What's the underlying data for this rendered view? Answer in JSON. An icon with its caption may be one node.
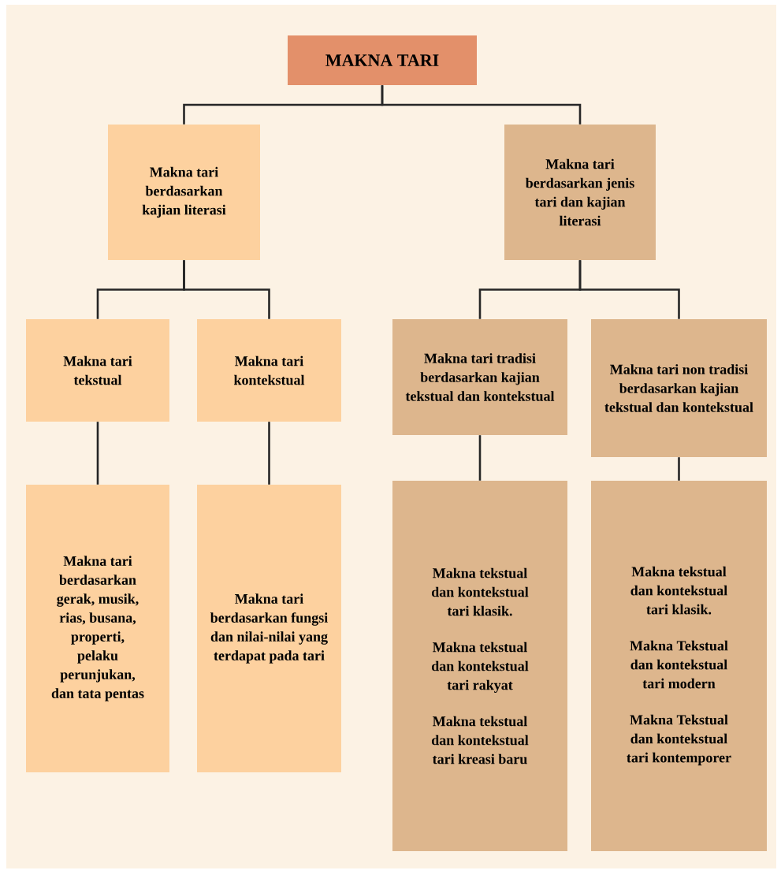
{
  "diagram": {
    "nodes": [
      {
        "text": [
          "MAKNA TARI"
        ]
      },
      {
        "text": [
          "Makna tari berdasarkan kajian literasi"
        ]
      },
      {
        "text": [
          "Makna tari berdasarkan jenis tari dan kajian literasi"
        ]
      },
      {
        "text": [
          "Makna tari tekstual"
        ]
      },
      {
        "text": [
          "Makna tari kontekstual"
        ]
      },
      {
        "text": [
          "Makna tari tradisi berdasarkan kajian tekstual dan kontekstual"
        ]
      },
      {
        "text": [
          "Makna tari non tradisi berdasarkan kajian tekstual dan kontekstual"
        ]
      },
      {
        "text": [
          "Makna tari berdasarkan gerak, musik, rias, busana, properti, pelaku perunjukan, dan tata pentas"
        ]
      },
      {
        "text": [
          "Makna tari berdasarkan fungsi dan nilai-nilai yang terdapat pada tari"
        ]
      },
      {
        "text": [
          "Makna tekstual dan kontekstual tari klasik.",
          "Makna tekstual dan kontekstual tari rakyat",
          "Makna tekstual dan kontekstual tari kreasi baru"
        ]
      },
      {
        "text": [
          "Makna tekstual dan kontekstual tari klasik.",
          "Makna Tekstual dan kontekstual tari modern",
          "Makna Tekstual dan kontekstual tari kontemporer"
        ]
      }
    ],
    "edges": [
      {
        "from": 0,
        "to": 1,
        "arrow": "none"
      },
      {
        "from": 0,
        "to": 2,
        "arrow": "none"
      },
      {
        "from": 1,
        "to": 3,
        "arrow": "none"
      },
      {
        "from": 1,
        "to": 4,
        "arrow": "none"
      },
      {
        "from": 2,
        "to": 5,
        "arrow": "none"
      },
      {
        "from": 2,
        "to": 6,
        "arrow": "none"
      },
      {
        "from": 3,
        "to": 7,
        "arrow": "none"
      },
      {
        "from": 4,
        "to": 8,
        "arrow": "none"
      },
      {
        "from": 5,
        "to": 9,
        "arrow": "none"
      },
      {
        "from": 6,
        "to": 10,
        "arrow": "none"
      }
    ]
  }
}
